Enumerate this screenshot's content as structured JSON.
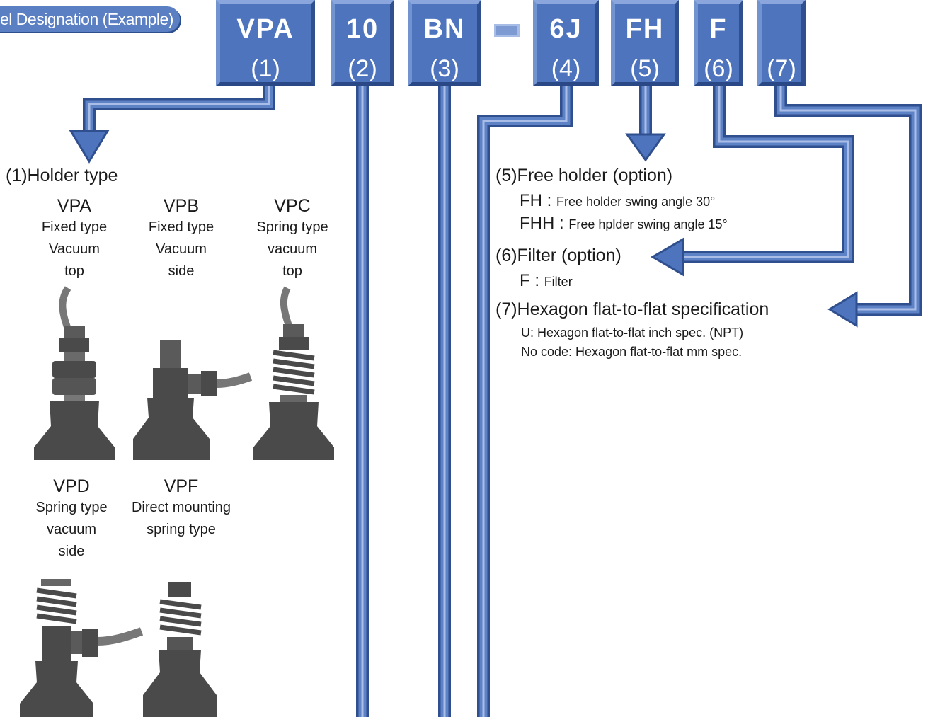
{
  "header": {
    "title": "el Designation (Example)"
  },
  "codes": [
    {
      "code": "VPA",
      "index": "(1)"
    },
    {
      "code": "10",
      "index": "(2)"
    },
    {
      "code": "BN",
      "index": "(3)"
    },
    {
      "code": "6J",
      "index": "(4)"
    },
    {
      "code": "FH",
      "index": "(5)"
    },
    {
      "code": "F",
      "index": "(6)"
    },
    {
      "code": "",
      "index": "(7)"
    }
  ],
  "holder": {
    "heading": "(1)Holder type",
    "types": [
      {
        "name": "VPA",
        "line1": "Fixed type",
        "line2": "Vacuum",
        "line3": "top"
      },
      {
        "name": "VPB",
        "line1": "Fixed type",
        "line2": "Vacuum",
        "line3": "side"
      },
      {
        "name": "VPC",
        "line1": "Spring type",
        "line2": "vacuum",
        "line3": "top"
      },
      {
        "name": "VPD",
        "line1": "Spring type",
        "line2": "vacuum",
        "line3": "side"
      },
      {
        "name": "VPF",
        "line1": "Direct mounting",
        "line2": "spring type",
        "line3": ""
      }
    ]
  },
  "free_holder": {
    "heading": "(5)Free holder (option)",
    "opt1_code": "FH",
    "opt1_sep": " : ",
    "opt1_desc": "Free holder swing angle 30°",
    "opt2_code": "FHH",
    "opt2_sep": " : ",
    "opt2_desc": "Free hplder swing angle 15°"
  },
  "filter": {
    "heading": "(6)Filter (option)",
    "opt_code": "F",
    "opt_sep": " : ",
    "opt_desc": "Filter"
  },
  "hexagon": {
    "heading": "(7)Hexagon flat-to-flat specification",
    "line1": "U: Hexagon flat-to-flat inch spec. (NPT)",
    "line2": "No code: Hexagon flat-to-flat mm spec."
  },
  "colors": {
    "accent": "#4f74be",
    "accent_light": "#8aa6dc",
    "accent_dark": "#2f4f8e",
    "pad": "#4a4a4a"
  }
}
